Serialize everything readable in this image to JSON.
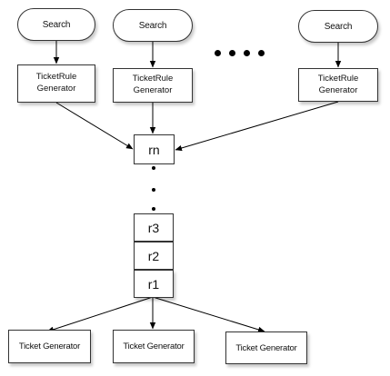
{
  "search_nodes": [
    {
      "label": "Search"
    },
    {
      "label": "Search"
    },
    {
      "label": "Search"
    }
  ],
  "rule_generators": [
    {
      "line1": "TicketRule",
      "line2": "Generator"
    },
    {
      "line1": "TicketRule",
      "line2": "Generator"
    },
    {
      "line1": "TicketRule",
      "line2": "Generator"
    }
  ],
  "queue": {
    "top": "rn",
    "items": [
      "r3",
      "r2",
      "r1"
    ]
  },
  "ticket_generators": [
    {
      "label": "Ticket Generator"
    },
    {
      "label": "Ticket Generator"
    },
    {
      "label": "Ticket Generator"
    }
  ]
}
